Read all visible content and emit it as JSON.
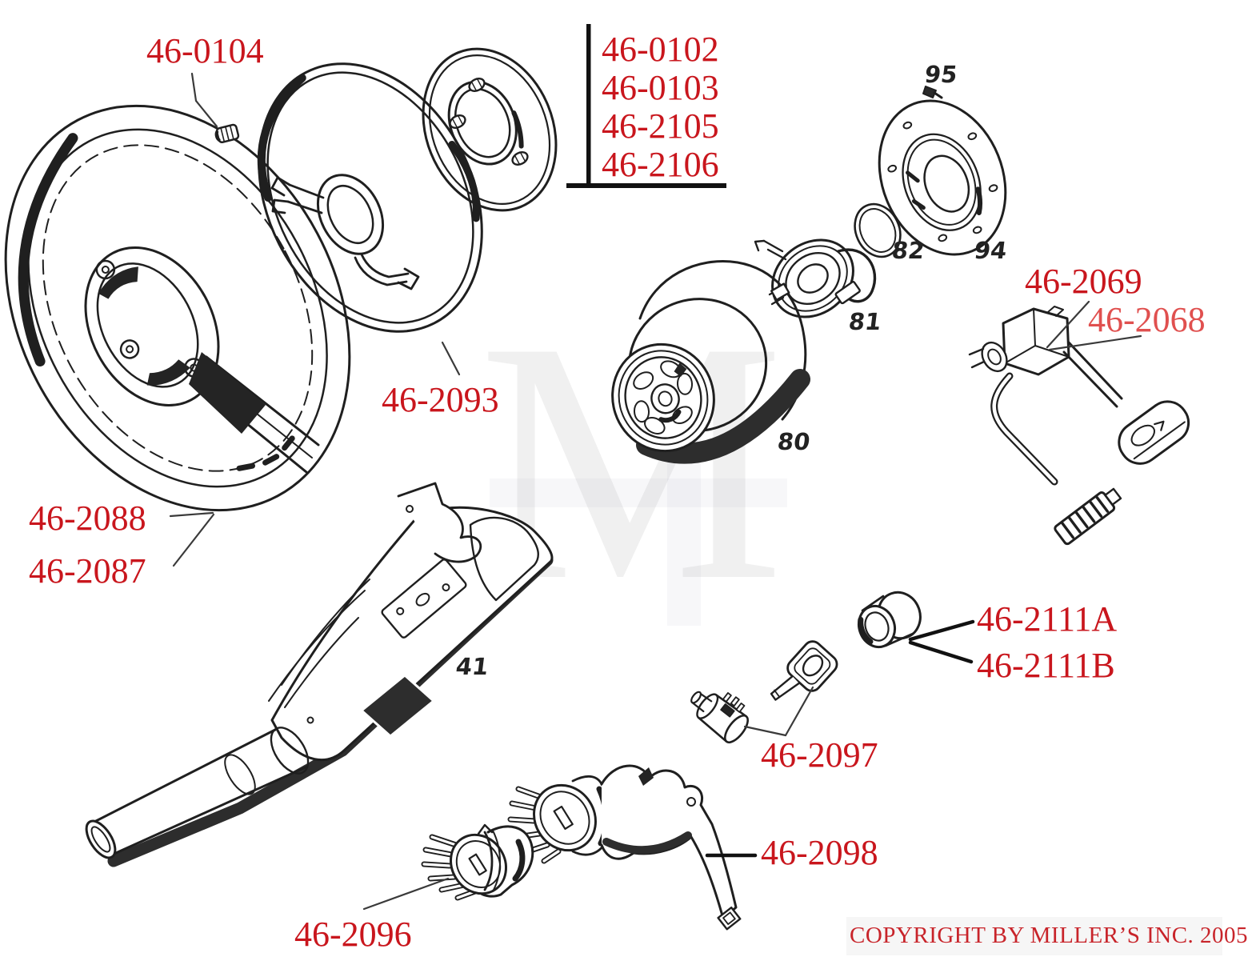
{
  "colors": {
    "part_label_red": "#c9161d",
    "part_label_light_red": "#e0504f",
    "copyright_red": "#c8242a",
    "line_ink": "#1f1f1f",
    "background": "#ffffff"
  },
  "part_labels": [
    {
      "text": "46-0104"
    },
    {
      "text": "46-0102"
    },
    {
      "text": "46-0103"
    },
    {
      "text": "46-2105"
    },
    {
      "text": "46-2106"
    },
    {
      "text": "46-2093"
    },
    {
      "text": "46-2088"
    },
    {
      "text": "46-2087"
    },
    {
      "text": "46-2069"
    },
    {
      "text": "46-2068"
    },
    {
      "text": "46-2111A"
    },
    {
      "text": "46-2111B"
    },
    {
      "text": "46-2097"
    },
    {
      "text": "46-2098"
    },
    {
      "text": "46-2096"
    }
  ],
  "callouts": [
    "95",
    "94",
    "82",
    "81",
    "80",
    "41"
  ],
  "watermark": {
    "letter": "M"
  },
  "footer": {
    "copyright": "COPYRIGHT BY MILLER’S INC. 2005"
  }
}
